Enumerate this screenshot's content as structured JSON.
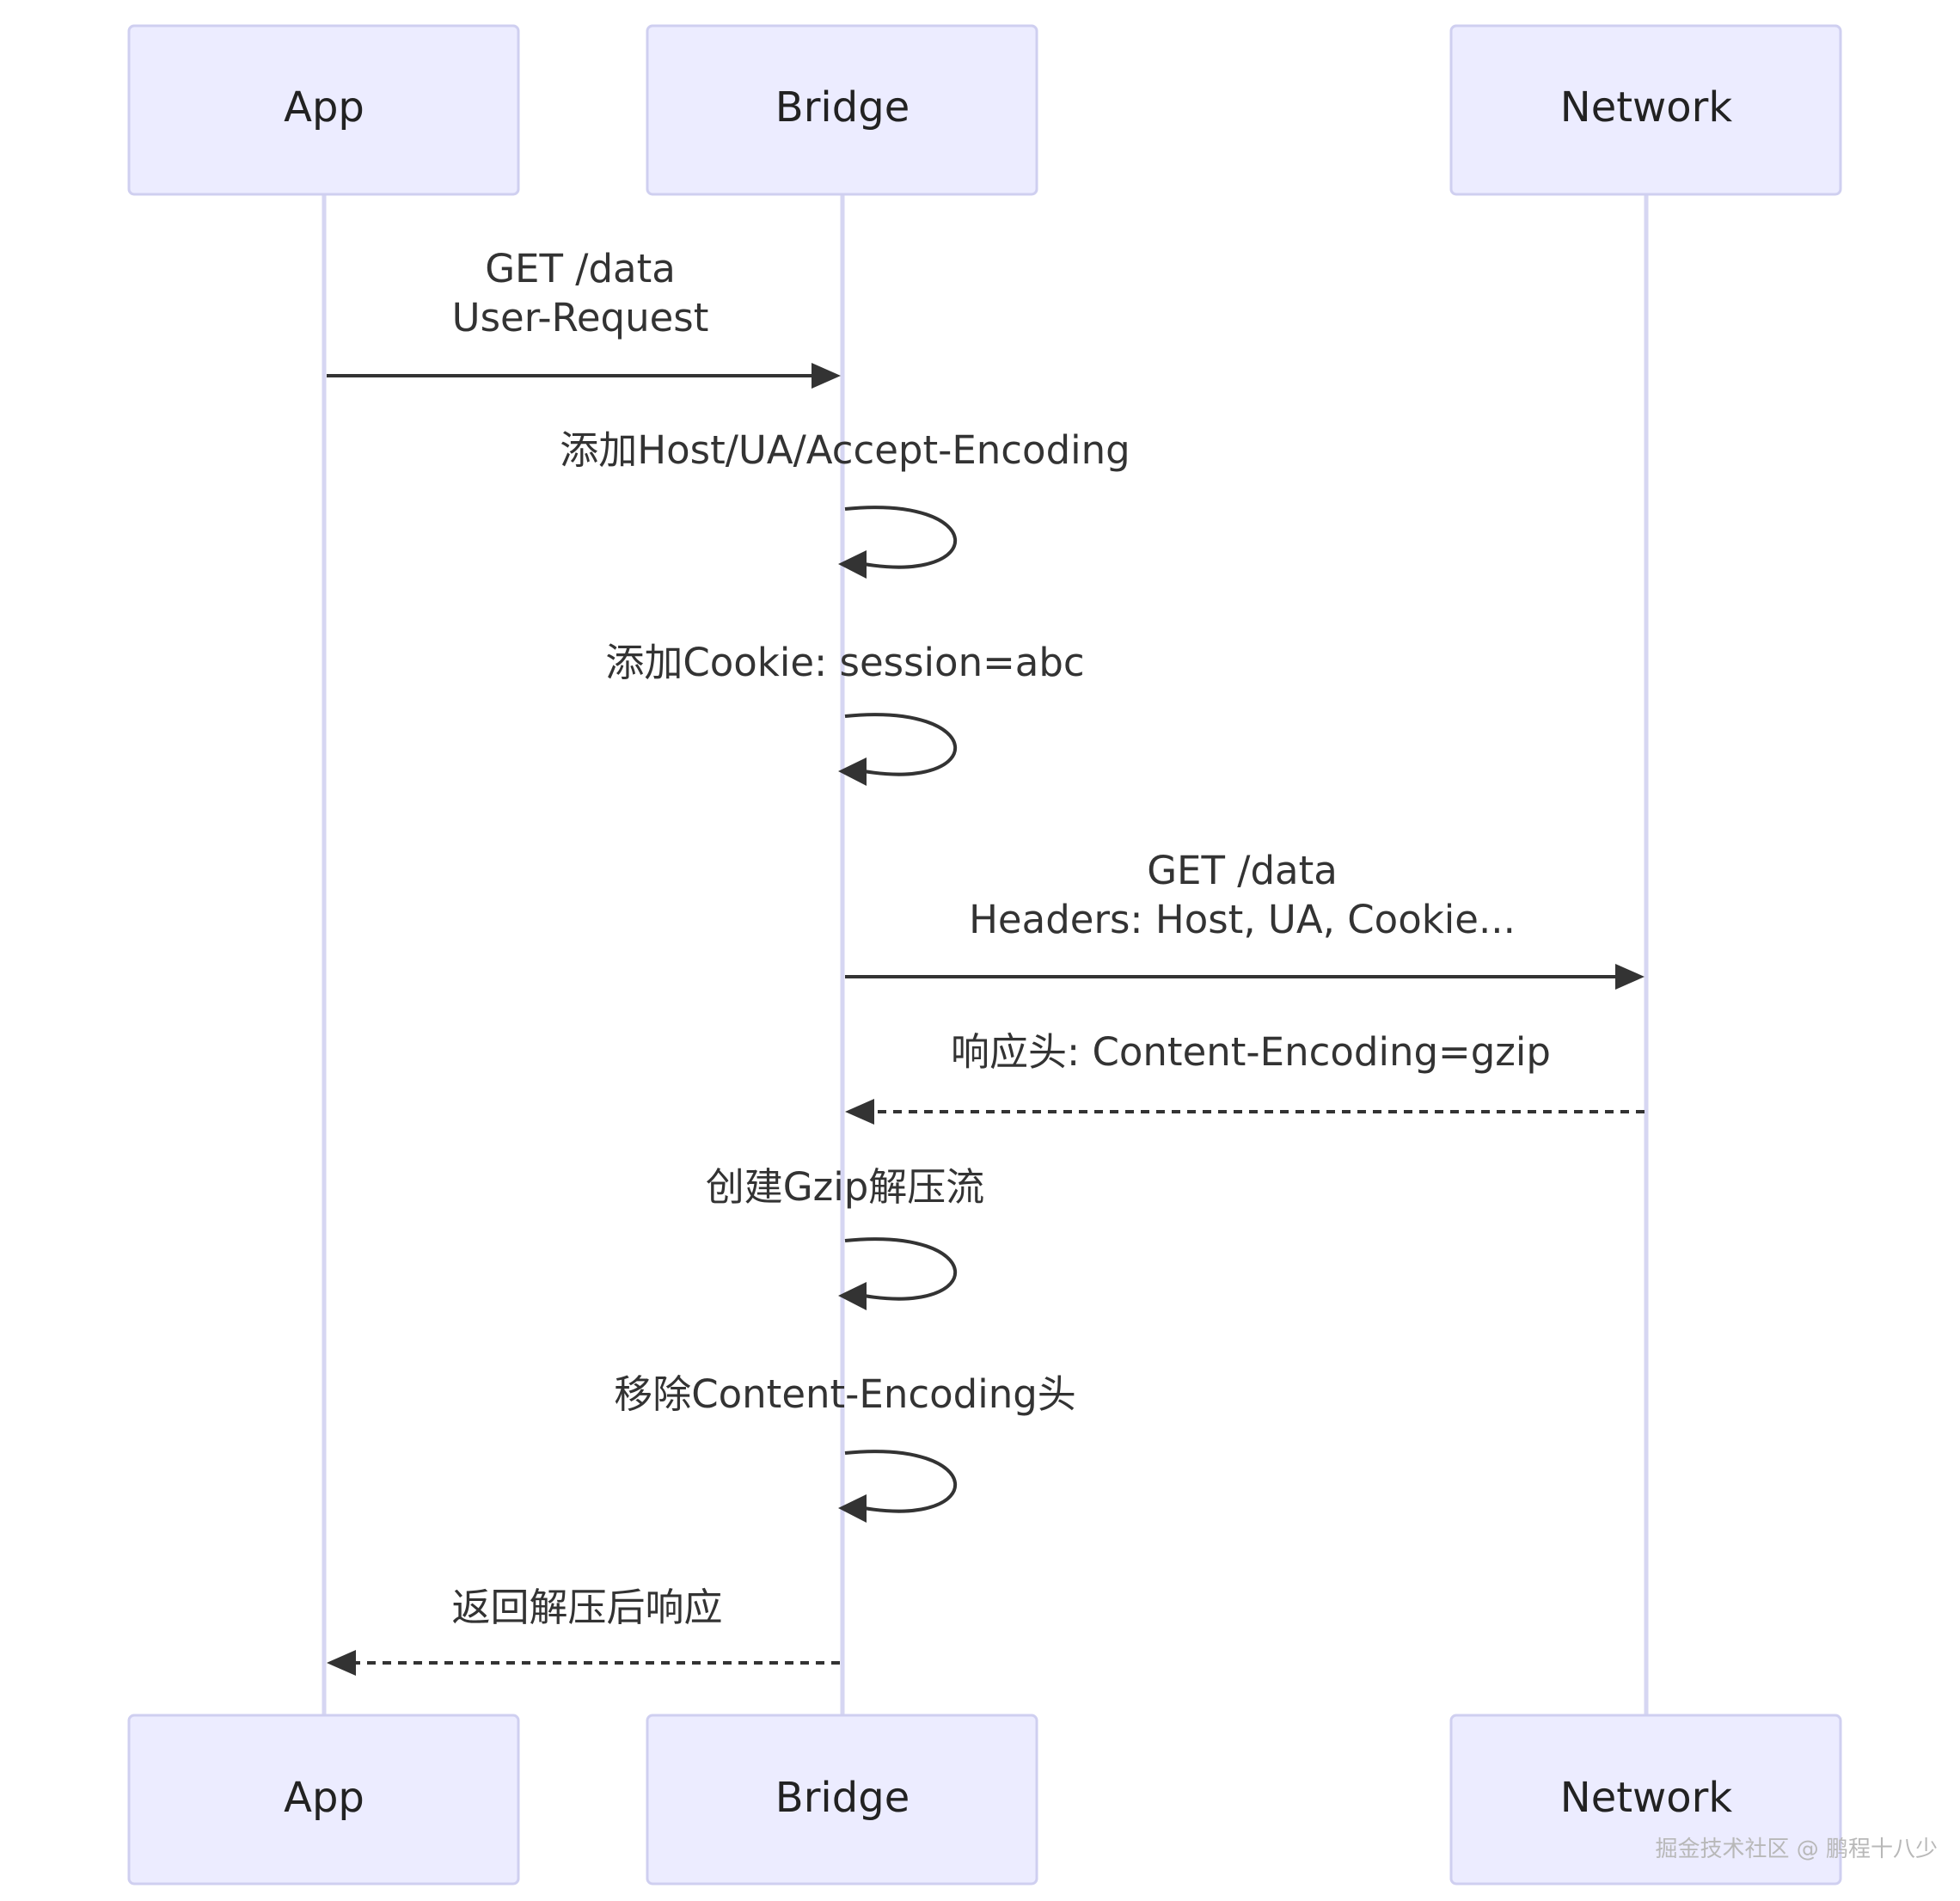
{
  "actors": {
    "app": "App",
    "bridge": "Bridge",
    "network": "Network"
  },
  "messages": {
    "m1_line1": "GET /data",
    "m1_line2": "User-Request",
    "m2": "添加Host/UA/Accept-Encoding",
    "m3": "添加Cookie: session=abc",
    "m4_line1": "GET /data",
    "m4_line2": "Headers: Host, UA, Cookie...",
    "m5": "响应头: Content-Encoding=gzip",
    "m6": "创建Gzip解压流",
    "m7": "移除Content-Encoding头",
    "m8": "返回解压后响应"
  },
  "watermark": "掘金技术社区 @ 鹏程十八少",
  "colors": {
    "actor_fill": "#ececff",
    "actor_border": "#cfcff0",
    "lifeline": "#d6d6f2",
    "arrow": "#333333"
  }
}
